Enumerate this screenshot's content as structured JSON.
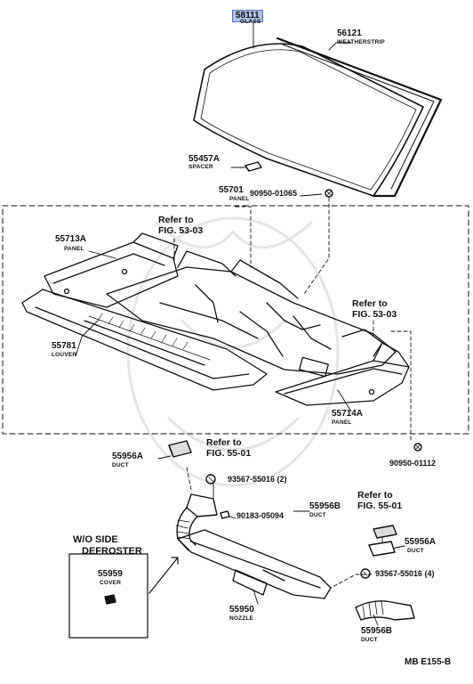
{
  "diagram": {
    "glass": {
      "number": "58111",
      "name": "GLASS"
    },
    "weatherstrip": {
      "number": "56121",
      "name": "WEATHERSTRIP"
    },
    "spacer": {
      "number": "55457A",
      "name": "SPACER"
    },
    "panel_55701": {
      "number": "55701",
      "name": "PANEL"
    },
    "clip_top": {
      "number": "90950-01065"
    },
    "ref_53_03_left": {
      "line1": "Refer to",
      "line2": "FIG. 53-03"
    },
    "panel_55713a": {
      "number": "55713A",
      "name": "PANEL"
    },
    "louver": {
      "number": "55781",
      "name": "LOUVER"
    },
    "ref_53_03_right": {
      "line1": "Refer to",
      "line2": "FIG. 53-03"
    },
    "panel_55714a": {
      "number": "55714A",
      "name": "PANEL"
    },
    "clip_bottom": {
      "number": "90950-01112"
    },
    "duct_55956a_left": {
      "number": "55956A",
      "name": "DUCT"
    },
    "ref_55_01_left": {
      "line1": "Refer to",
      "line2": "FIG. 55-01"
    },
    "screw_top": {
      "number": "93567-55016 (2)"
    },
    "duct_55956b_top": {
      "number": "55956B",
      "name": "DUCT"
    },
    "bolt": {
      "number": "90183-05094"
    },
    "ref_55_01_right": {
      "line1": "Refer to",
      "line2": "FIG. 55-01"
    },
    "duct_55956a_right": {
      "number": "55956A",
      "name": "DUCT"
    },
    "screw_bottom": {
      "number": "93567-55016 (4)"
    },
    "wo_side": {
      "line1": "W/O SIDE",
      "line2": "DEFROSTER"
    },
    "cover": {
      "number": "55959",
      "name": "COVER"
    },
    "nozzle": {
      "number": "55950",
      "name": "NOZZLE"
    },
    "duct_55956b_bottom": {
      "number": "55956B",
      "name": "DUCT"
    },
    "figure_code": "MB  E155-B"
  }
}
